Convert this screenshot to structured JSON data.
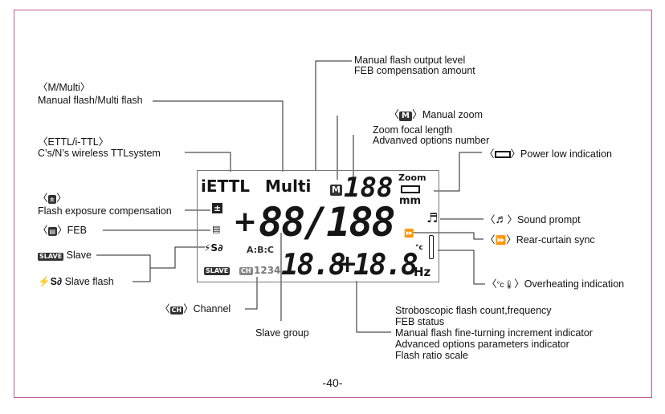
{
  "labels": {
    "manual_level": "Manual flash output level",
    "feb_amount": "FEB compensation amount",
    "m_multi": "〈M/Multi〉",
    "manual_multi": "Manual flash/Multi flash",
    "manual_zoom": "Manual zoom",
    "zoom_focal": "Zoom focal length",
    "adv_options_number": "Advanved options number",
    "ettl": "〈ETTL/i-TTL〉",
    "wireless": "C’s/N’s wireless TTLsystem",
    "power_low": "Power low indication",
    "flash_exp_comp": "Flash exposure compensation",
    "feb": "FEB",
    "sound_prompt": "Sound prompt",
    "rear_curtain": "Rear-curtain sync",
    "slave": "Slave",
    "slave_flash": "Slave flash",
    "overheating": "Overheating indication",
    "channel": "Channel",
    "slave_group": "Slave group",
    "strobo": "Stroboscopic flash count,frequency",
    "feb_status": "FEB status",
    "fine_tuning": "Manual flash fine-turning increment indicator",
    "adv_params": "Advanced options parameters indicator",
    "ratio_scale": "Flash ratio scale"
  },
  "lcd": {
    "ettl": "iETTL",
    "multi": "Multi",
    "m_badge": "M",
    "zoom_digits": "188",
    "zoom_word": "Zoom",
    "mm": "mm",
    "plus": "+",
    "main_digits": "88/188",
    "sub_left": "18.8",
    "sub_plus": "+",
    "sub_right": "18.8",
    "hz": "Hz",
    "abc": "A:B:C",
    "slave_tag": "SLAVE",
    "ch_tag": "CH",
    "channels": "1234",
    "celsius": "°c"
  },
  "page_number": "-40-",
  "icons": [
    "flash-exposure-icon",
    "feb-icon",
    "battery-icon",
    "note-icon",
    "rear-curtain-icon",
    "thermometer-icon",
    "slave-flash-icon"
  ]
}
